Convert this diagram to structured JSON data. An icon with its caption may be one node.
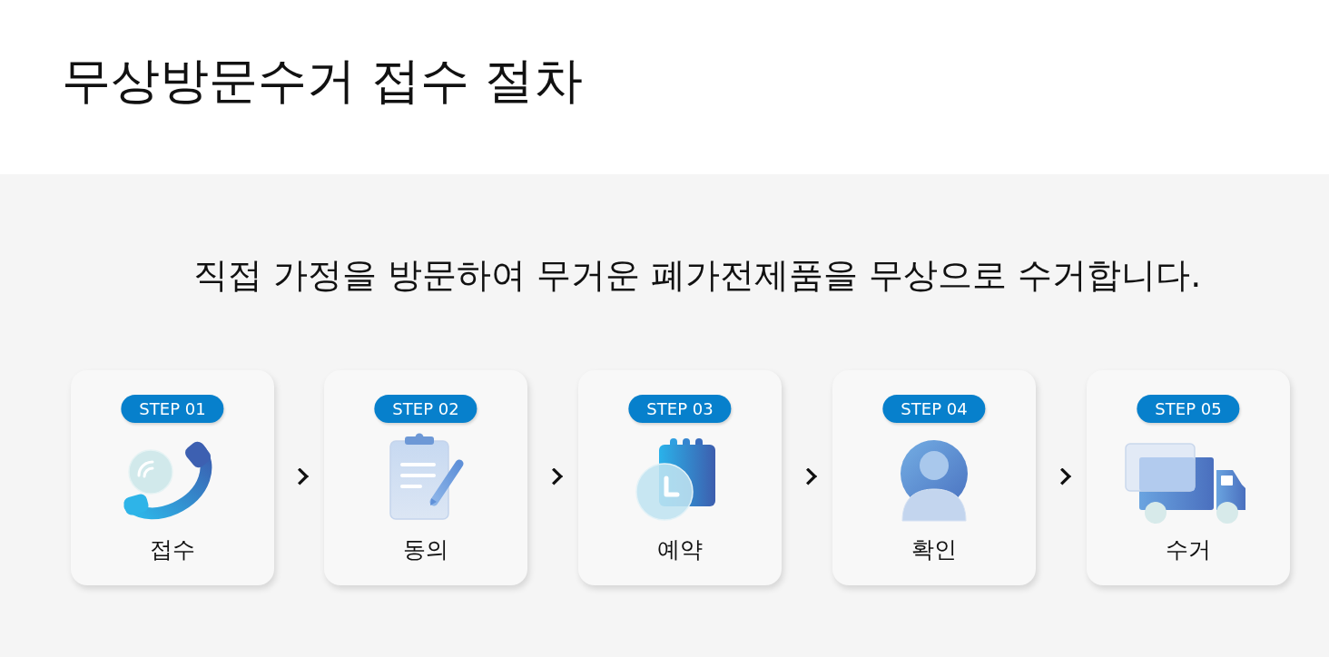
{
  "diagram": {
    "title": "무상방문수거 접수 절차",
    "nodes": [
      {
        "text": [
          "STEP 01",
          "접수"
        ]
      },
      {
        "text": [
          "STEP 02",
          "동의"
        ]
      },
      {
        "text": [
          "STEP 03",
          "예약"
        ]
      },
      {
        "text": [
          "STEP 04",
          "확인"
        ]
      },
      {
        "text": [
          "STEP 05",
          "수거"
        ]
      }
    ],
    "edges": [
      {
        "from": 0,
        "to": 1,
        "arrow": "to"
      },
      {
        "from": 1,
        "to": 2,
        "arrow": "to"
      },
      {
        "from": 2,
        "to": 3,
        "arrow": "to"
      },
      {
        "from": 3,
        "to": 4,
        "arrow": "to"
      }
    ],
    "labels": [
      "직접 가정을 방문하여 무거운 폐가전제품을 무상으로 수거합니다."
    ]
  }
}
